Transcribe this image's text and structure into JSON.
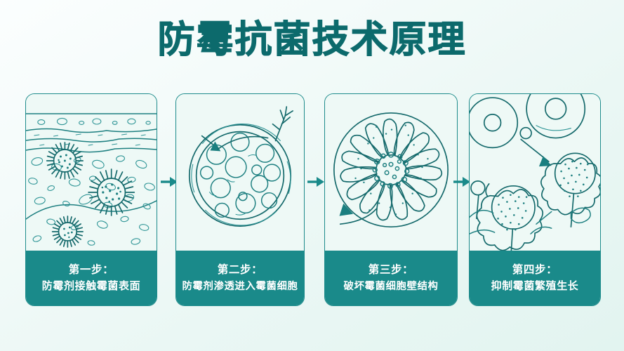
{
  "page": {
    "title": "防霉抗菌技术原理",
    "background_start": "#fbfefe",
    "background_end": "#e2f4f0",
    "accent_color": "#1a8a8a",
    "title_color": "#0c6a6c",
    "line_color": "#1d7f80"
  },
  "steps": [
    {
      "id": "step-1",
      "label": "第一步：",
      "description": "防霉剂接触霉菌表面",
      "illustration": "material-surface-with-mold-spores"
    },
    {
      "id": "step-2",
      "label": "第二步：",
      "description": "防霉剂渗透进入霉菌细胞",
      "illustration": "mold-cell-with-penetrating-arrow"
    },
    {
      "id": "step-3",
      "label": "第三步：",
      "description": "破坏霉菌细胞壁结构",
      "illustration": "disrupted-cell-wall-radial"
    },
    {
      "id": "step-4",
      "label": "第四步：",
      "description": "抑制霉菌繁殖生长",
      "illustration": "sporangia-growth-inhibited"
    }
  ],
  "connectors": [
    {
      "id": "arrow-1-2",
      "icon": "arrow-right-icon"
    },
    {
      "id": "arrow-2-3",
      "icon": "arrow-right-icon"
    },
    {
      "id": "arrow-3-4",
      "icon": "arrow-right-icon"
    }
  ]
}
